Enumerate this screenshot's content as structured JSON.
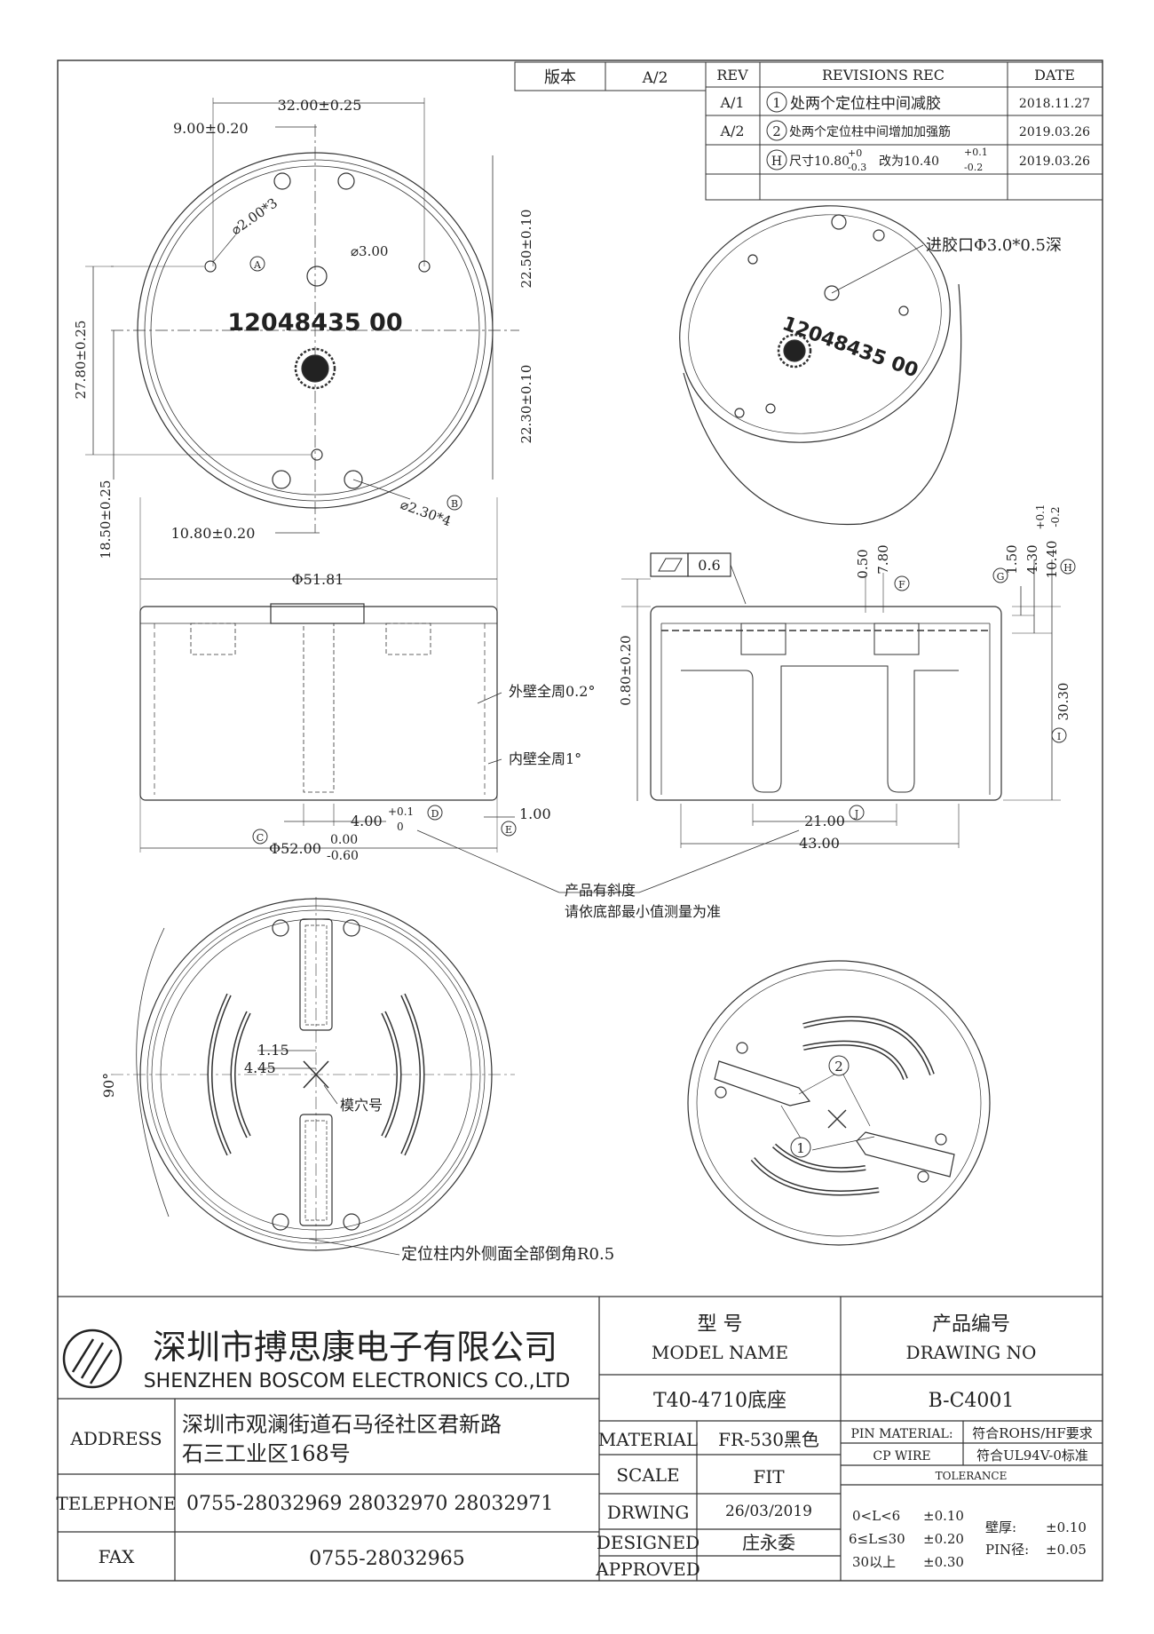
{
  "revision_header": {
    "version_label": "版本",
    "version_value": "A/2"
  },
  "revisions": {
    "col_rev": "REV",
    "col_rec": "REVISIONS REC",
    "col_date": "DATE",
    "rows": [
      {
        "rev": "A/1",
        "marker": "1",
        "text": "处两个定位柱中间减胶",
        "date": "2018.11.27"
      },
      {
        "rev": "A/2",
        "marker": "2",
        "text": "处两个定位柱中间增加加强筋",
        "date": "2019.03.26"
      },
      {
        "rev": "",
        "marker": "H",
        "text": "尺寸10.80",
        "tol_a_up": "+0",
        "tol_a_dn": "-0.3",
        "text_mid": "改为10.40",
        "tol_b_up": "+0.1",
        "tol_b_dn": "-0.2",
        "date": "2019.03.26"
      }
    ]
  },
  "top_view": {
    "part_number": "12048435 00",
    "dims": {
      "d_32": "32.00±0.25",
      "d_9": "9.00±0.20",
      "hole_a": "⌀2.00*3",
      "marker_a": "A",
      "hole_center": "⌀3.00",
      "d_22_50": "22.50±0.10",
      "d_22_30": "22.30±0.10",
      "d_27_80": "27.80±0.25",
      "d_18_50": "18.50±0.25",
      "d_10_80": "10.80±0.20",
      "hole_b": "⌀2.30*4",
      "marker_b": "B"
    }
  },
  "iso_view": {
    "part_number": "12048435 00",
    "gate_note": "进胶口Φ3.0*0.5深"
  },
  "side_view": {
    "d_51_81": "Φ51.81",
    "outer_wall": "外壁全周0.2°",
    "inner_wall": "内壁全周1°",
    "d_4": "4.00",
    "d_4_tol_up": "+0.1",
    "d_4_tol_dn": "0",
    "marker_d": "D",
    "d_1": "1.00",
    "marker_e": "E",
    "marker_c": "C",
    "d_52": "Φ52.00",
    "d_52_tol_up": "0.00",
    "d_52_tol_dn": "-0.60"
  },
  "section_view": {
    "flatness_value": "0.6",
    "d_0_50": "0.50",
    "d_7_80": "7.80",
    "marker_f": "F",
    "marker_g": "G",
    "d_1_50": "1.50",
    "d_4_30": "4.30",
    "d_10_40": "10.40",
    "d_10_40_up": "+0.1",
    "d_10_40_dn": "-0.2",
    "marker_h": "H",
    "d_0_80": "0.80±0.20",
    "d_30_30": "30.30",
    "marker_i": "I",
    "d_21": "21.00",
    "marker_j": "J",
    "d_43": "43.00"
  },
  "slope_note": {
    "line1": "产品有斜度",
    "line2": "请依底部最小值测量为准"
  },
  "bottom_view": {
    "angle": "90°",
    "d_1_15": "1.15",
    "d_4_45": "4.45",
    "cavity_label": "模穴号",
    "chamfer_note": "定位柱内外侧面全部倒角R0.5"
  },
  "bottom_iso": {
    "marker_1": "1",
    "marker_2": "2"
  },
  "title_block": {
    "company_cn": "深圳市搏思康电子有限公司",
    "company_en": "SHENZHEN BOSCOM ELECTRONICS CO.,LTD",
    "address_label": "ADDRESS",
    "address_line1": "深圳市观澜街道石马径社区君新路",
    "address_line2": "石三工业区168号",
    "telephone_label": "TELEPHONE",
    "telephone": "0755-28032969 28032970 28032971",
    "fax_label": "FAX",
    "fax": "0755-28032965",
    "model_cn": "型    号",
    "model_en": "MODEL NAME",
    "model_value": "T40-4710底座",
    "drawing_cn": "产品编号",
    "drawing_en": "DRAWING NO",
    "drawing_value": "B-C4001",
    "material_label": "MATERIAL",
    "material_value": "FR-530黑色",
    "scale_label": "SCALE",
    "scale_value": "FIT",
    "drwing_label": "DRWING",
    "drwing_value": "26/03/2019",
    "designed_label": "DESIGNED",
    "designed_value": "庄永委",
    "approved_label": "APPROVED",
    "pin_material_label": "PIN MATERIAL:",
    "pin_material_value": "CP WIRE",
    "rohs": "符合ROHS/HF要求",
    "ul": "符合UL94V-0标准",
    "tolerance_label": "TOLERANCE",
    "tol_rows": [
      {
        "range": "0<L<6",
        "value": "±0.10"
      },
      {
        "range": "6≤L≤30",
        "value": "±0.20"
      },
      {
        "range": "30以上",
        "value": "±0.30"
      }
    ],
    "wall_label": "壁厚:",
    "wall_value": "±0.10",
    "pin_dia_label": "PIN径:",
    "pin_dia_value": "±0.05"
  }
}
